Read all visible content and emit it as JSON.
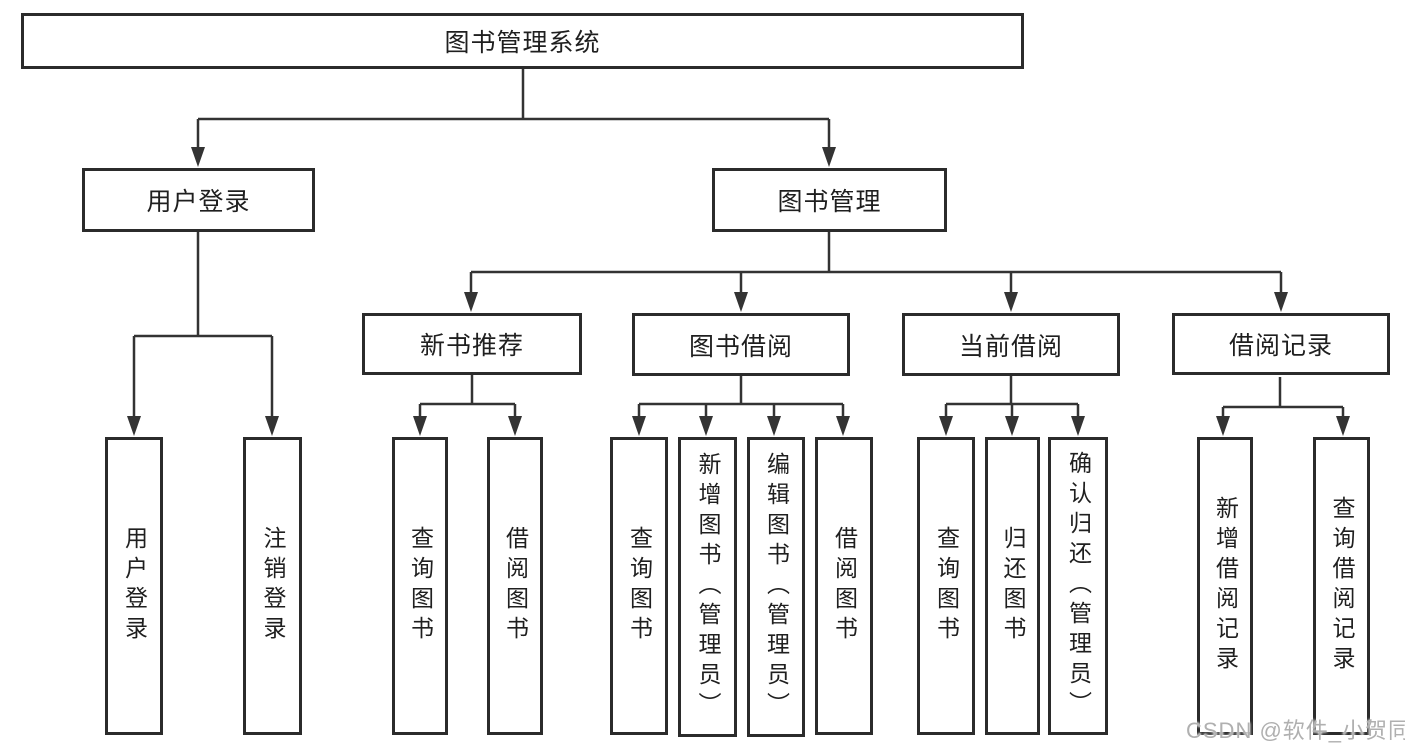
{
  "watermark": "CSDN @软件_小贺同学",
  "tree": {
    "root": {
      "label": "图书管理系统"
    },
    "level2": [
      {
        "label": "用户登录",
        "children": [
          {
            "label": "用户登录"
          },
          {
            "label": "注销登录"
          }
        ]
      },
      {
        "label": "图书管理",
        "children": [
          {
            "label": "新书推荐",
            "children": [
              {
                "label": "查询图书"
              },
              {
                "label": "借阅图书"
              }
            ]
          },
          {
            "label": "图书借阅",
            "children": [
              {
                "label": "查询图书"
              },
              {
                "label": "新增图书（管理员）"
              },
              {
                "label": "编辑图书（管理员）"
              },
              {
                "label": "借阅图书"
              }
            ]
          },
          {
            "label": "当前借阅",
            "children": [
              {
                "label": "查询图书"
              },
              {
                "label": "归还图书"
              },
              {
                "label": "确认归还（管理员）"
              }
            ]
          },
          {
            "label": "借阅记录",
            "children": [
              {
                "label": "新增借阅记录"
              },
              {
                "label": "查询借阅记录"
              }
            ]
          }
        ]
      }
    ]
  }
}
